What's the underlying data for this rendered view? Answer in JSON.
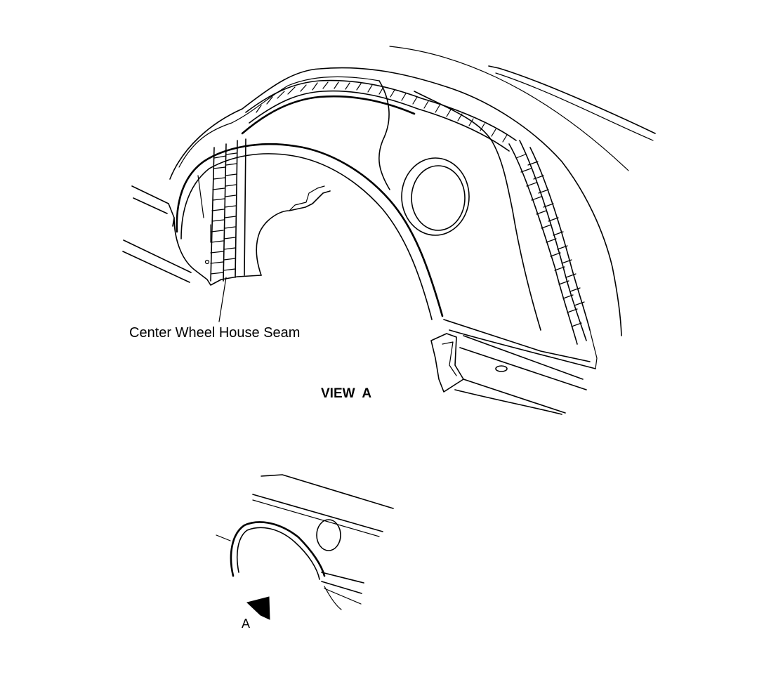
{
  "diagram": {
    "callout_label": "Center Wheel House Seam",
    "view_title": "VIEW  A",
    "arrow_label": "A"
  }
}
